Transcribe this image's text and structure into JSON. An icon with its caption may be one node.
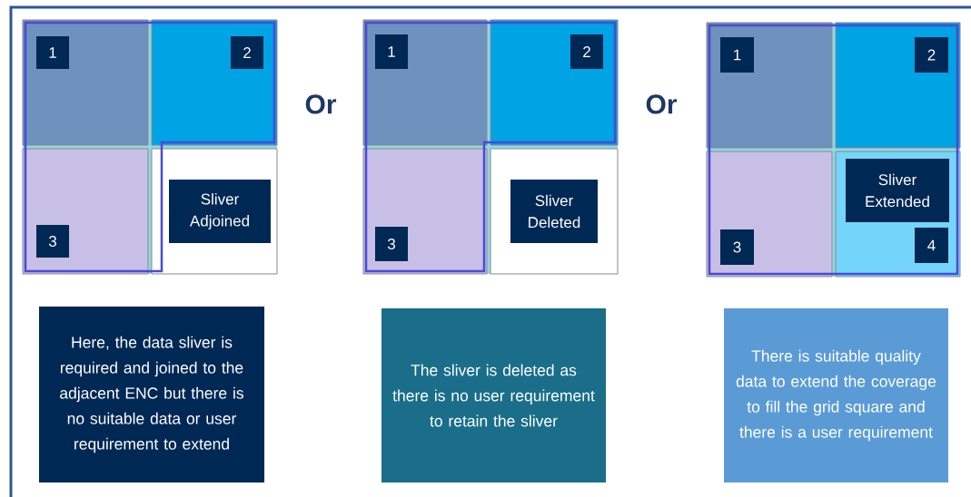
{
  "diagram": {
    "nodes": [
      {
        "text": [],
        "shape": "box"
      },
      {
        "text": [
          "1"
        ],
        "in": 0
      },
      {
        "text": [],
        "shape": "box"
      },
      {
        "text": [
          "2"
        ],
        "in": 2
      },
      {
        "text": [],
        "shape": "box"
      },
      {
        "text": [
          "3"
        ],
        "in": 4
      },
      {
        "text": [],
        "shape": "box"
      },
      {
        "text": [
          "Sliver Adjoined"
        ],
        "in": 6
      },
      {
        "text": [],
        "shape": "box"
      },
      {
        "text": [
          "1"
        ],
        "in": 8
      },
      {
        "text": [],
        "shape": "box"
      },
      {
        "text": [
          "2"
        ],
        "in": 10
      },
      {
        "text": [],
        "shape": "box"
      },
      {
        "text": [
          "3"
        ],
        "in": 12
      },
      {
        "text": [],
        "shape": "box"
      },
      {
        "text": [
          "Sliver Deleted"
        ],
        "in": 14
      },
      {
        "text": [],
        "shape": "box"
      },
      {
        "text": [
          "1"
        ],
        "in": 16
      },
      {
        "text": [],
        "shape": "box"
      },
      {
        "text": [
          "2"
        ],
        "in": 18
      },
      {
        "text": [],
        "shape": "box"
      },
      {
        "text": [
          "3"
        ],
        "in": 20
      },
      {
        "text": [],
        "shape": "box"
      },
      {
        "text": [
          "Sliver Extended"
        ],
        "in": 22
      },
      {
        "text": [
          "4"
        ],
        "in": 22
      },
      {
        "text": [
          "Here, the data sliver is required and joined to the adjacent ENC but there is no suitable data or user requirement to extend"
        ]
      },
      {
        "text": [
          "The sliver is deleted as there is no user requirement to retain the sliver"
        ]
      },
      {
        "text": [
          "There is suitable quality data to extend the coverage to fill the grid square and there is a user requirement"
        ]
      }
    ],
    "labels": [
      "Or",
      "Or"
    ]
  }
}
